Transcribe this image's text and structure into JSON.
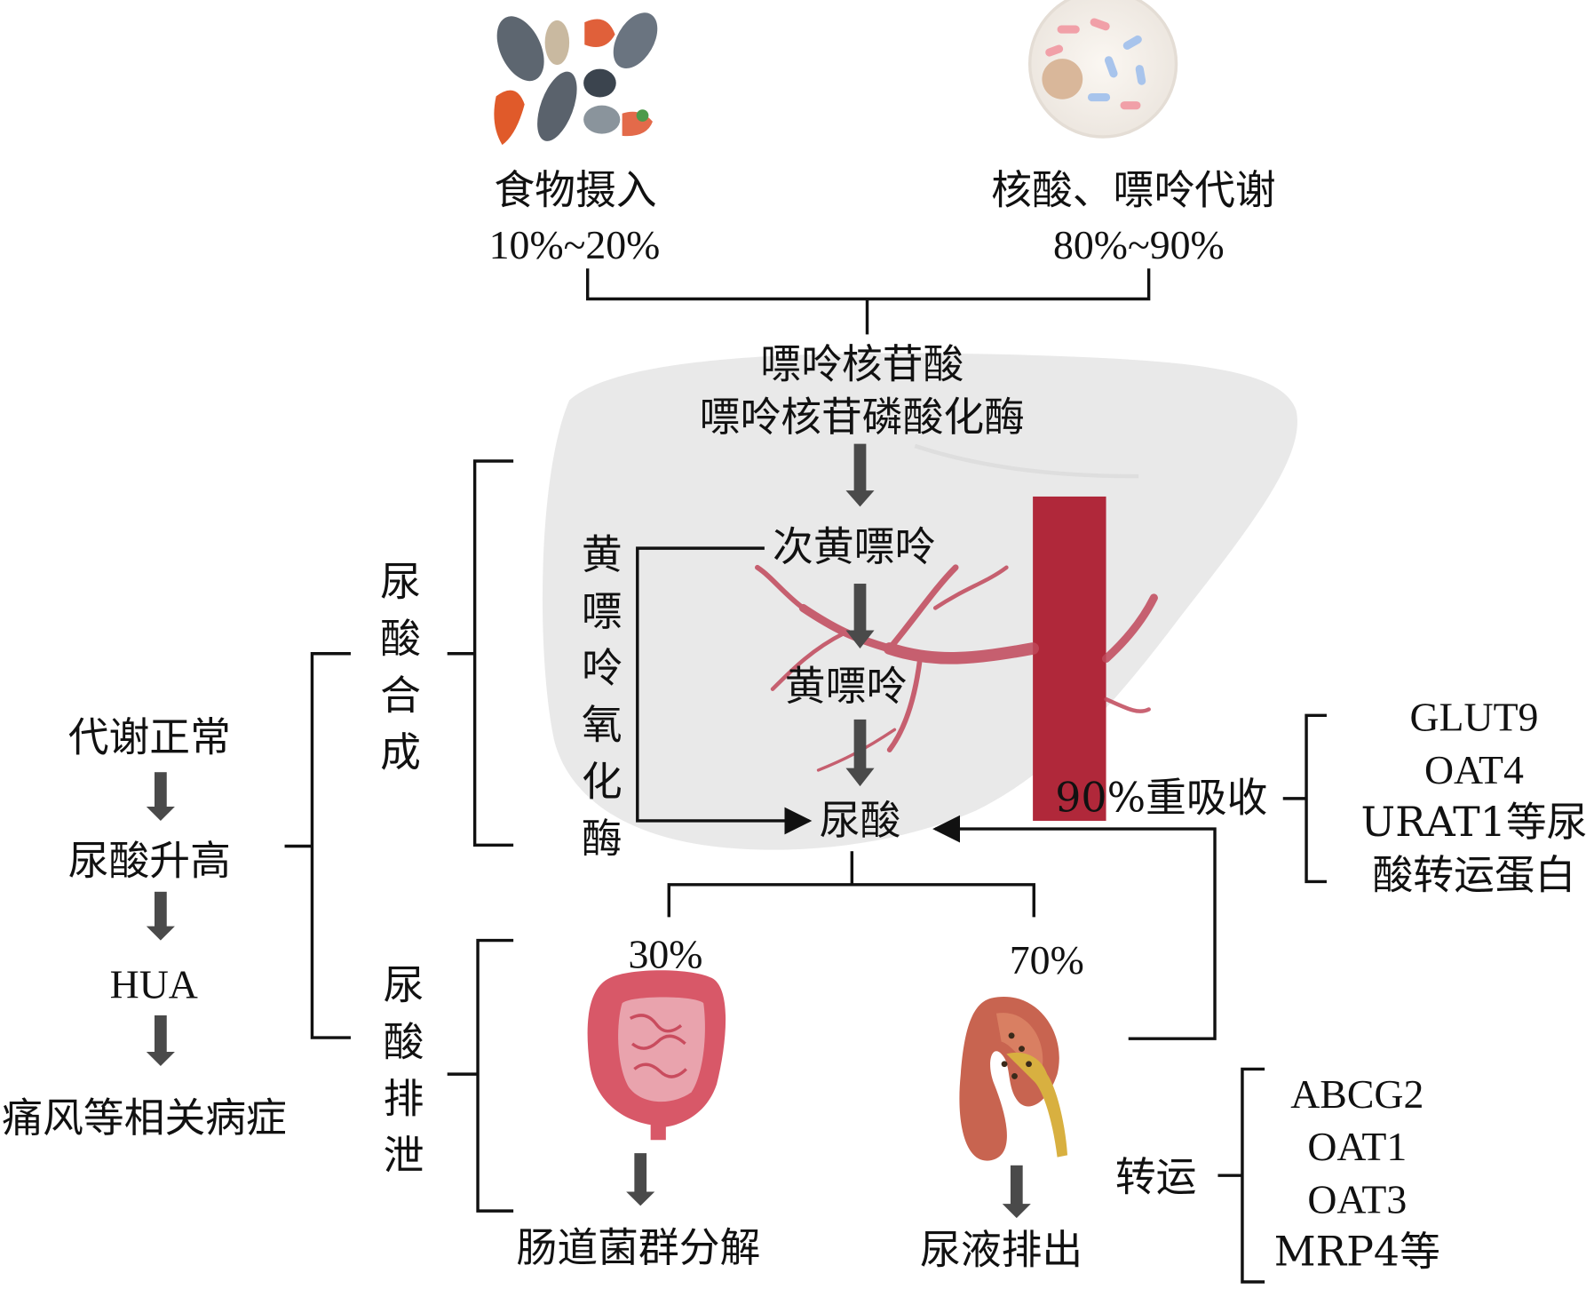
{
  "top": {
    "food": {
      "label": "食物摄入",
      "percent": "10%~20%"
    },
    "nucleic": {
      "label": "核酸、嘌呤代谢",
      "percent": "80%~90%"
    }
  },
  "liver": {
    "step1_line1": "嘌呤核苷酸",
    "step1_line2": "嘌呤核苷磷酸化酶",
    "hypoxanthine": "次黄嘌呤",
    "xanthine": "黄嘌呤",
    "uric_acid": "尿酸",
    "enzyme": "黄嘌呤氧化酶"
  },
  "phases": {
    "synthesis": "尿酸合成",
    "excretion": "尿酸排泄"
  },
  "progression": [
    "代谢正常",
    "尿酸升高",
    "HUA",
    "痛风等相关病症"
  ],
  "reabsorption": {
    "label": "90%重吸收",
    "transporters": [
      "GLUT9",
      "OAT4",
      "URAT1等尿",
      "酸转运蛋白"
    ]
  },
  "excretion": {
    "gut_percent": "30%",
    "kidney_percent": "70%",
    "gut_result": "肠道菌群分解",
    "kidney_result": "尿液排出",
    "transport_label": "转运",
    "transporters": [
      "ABCG2",
      "OAT1",
      "OAT3",
      "MRP4等"
    ]
  },
  "colors": {
    "line": "#111111",
    "arrow": "#4a4a4a",
    "liver": "#e9e9e9",
    "vessel": "#b0283a",
    "intestine": "#d85868",
    "kidney": "#c86450"
  },
  "icons": [
    "seafood-food-icon",
    "cell-icon",
    "liver-icon",
    "intestine-icon",
    "kidney-icon"
  ]
}
